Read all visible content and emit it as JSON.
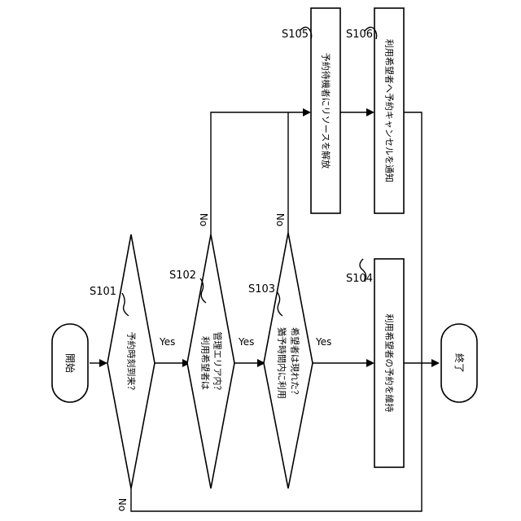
{
  "flowchart": {
    "start": "開始",
    "end": "終了",
    "decisions": {
      "s101": {
        "step": "S101",
        "text": "予約時刻到来？"
      },
      "s102": {
        "step": "S102",
        "line1": "利用希望者は",
        "line2": "管理エリア内？"
      },
      "s103": {
        "step": "S103",
        "line1": "猶予時間内に利用",
        "line2": "希望者は現れた？"
      }
    },
    "processes": {
      "s104": {
        "step": "S104",
        "text": "利用希望者の予約を維持"
      },
      "s105": {
        "step": "S105",
        "text": "予約待機者にリソースを解放"
      },
      "s106": {
        "step": "S106",
        "text": "利用希望者へ予約キャンセルを通知"
      }
    },
    "branch_labels": {
      "yes": "Yes",
      "no": "No"
    }
  }
}
